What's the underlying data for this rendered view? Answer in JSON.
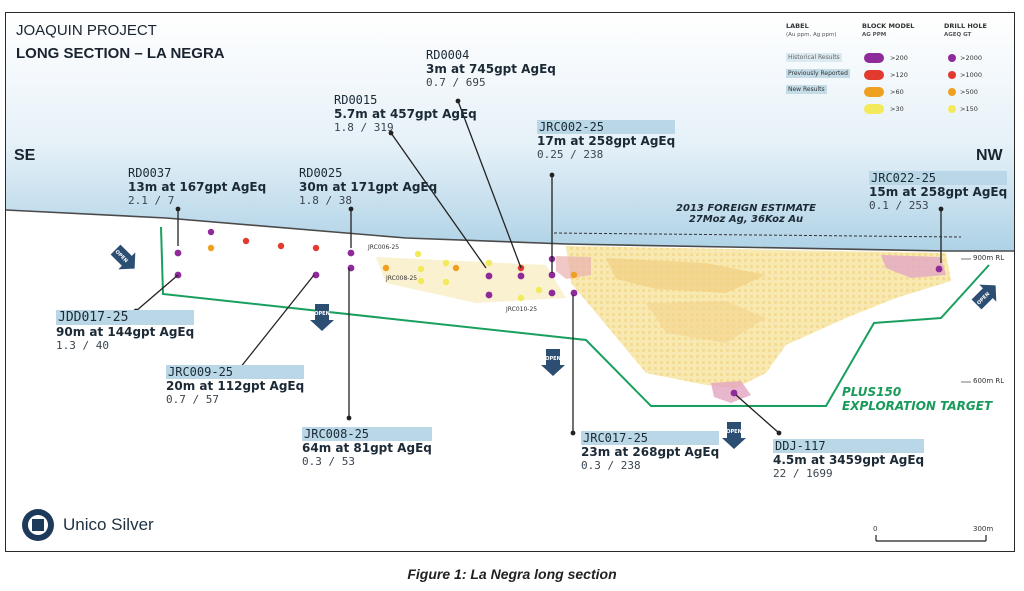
{
  "title": {
    "line1": "JOAQUIN PROJECT",
    "line2": "LONG SECTION – LA NEGRA"
  },
  "directions": {
    "left": "SE",
    "right": "NW"
  },
  "legend": {
    "col_label_title": "LABEL",
    "col_label_sub": "(Au ppm, Ag ppm)",
    "col_block_title": "BLOCK MODEL",
    "col_block_sub": "AG PPM",
    "col_drill_title": "DRILL HOLE",
    "col_drill_sub": "AGEQ GT",
    "label_items": [
      "Historical Results",
      "Previously Reported",
      "New Results"
    ],
    "block_items": [
      {
        "label": ">200",
        "color": "#8e2a9a"
      },
      {
        "label": ">120",
        "color": "#e23a2e"
      },
      {
        "label": ">60",
        "color": "#f0a020"
      },
      {
        "label": ">30",
        "color": "#f2ea5a"
      }
    ],
    "drill_items": [
      {
        "label": ">2000",
        "color": "#8e2a9a"
      },
      {
        "label": ">1000",
        "color": "#e23a2e"
      },
      {
        "label": ">500",
        "color": "#f0a020"
      },
      {
        "label": ">150",
        "color": "#f2ea5a"
      }
    ]
  },
  "holes": [
    {
      "id": "rd0004",
      "name": "RD0004",
      "result": "3m at 745gpt AgEq",
      "ratio": "0.7 / 695",
      "new": false
    },
    {
      "id": "rd0015",
      "name": "RD0015",
      "result": "5.7m at 457gpt AgEq",
      "ratio": "1.8 / 319",
      "new": false
    },
    {
      "id": "jrc002",
      "name": "JRC002-25",
      "result": "17m at 258gpt AgEq",
      "ratio": "0.25 / 238",
      "new": true
    },
    {
      "id": "rd0037",
      "name": "RD0037",
      "result": "13m at 167gpt AgEq",
      "ratio": "2.1 / 7",
      "new": false
    },
    {
      "id": "rd0025",
      "name": "RD0025",
      "result": "30m at 171gpt AgEq",
      "ratio": "1.8 / 38",
      "new": false
    },
    {
      "id": "jrc022",
      "name": "JRC022-25",
      "result": "15m at 258gpt AgEq",
      "ratio": "0.1 / 253",
      "new": true
    },
    {
      "id": "jdd017",
      "name": "JDD017-25",
      "result": "90m at 144gpt AgEq",
      "ratio": "1.3 / 40",
      "new": true
    },
    {
      "id": "jrc009",
      "name": "JRC009-25",
      "result": "20m at 112gpt AgEq",
      "ratio": "0.7 / 57",
      "new": true
    },
    {
      "id": "jrc008",
      "name": "JRC008-25",
      "result": "64m at 81gpt AgEq",
      "ratio": "0.3 / 53",
      "new": true
    },
    {
      "id": "jrc017",
      "name": "JRC017-25",
      "result": "23m at 268gpt AgEq",
      "ratio": "0.3 / 238",
      "new": true
    },
    {
      "id": "ddj117",
      "name": "DDJ-117",
      "result": "4.5m at 3459gpt AgEq",
      "ratio": "22 / 1699",
      "new": false
    }
  ],
  "foreign_estimate": {
    "line1": "2013 FOREIGN ESTIMATE",
    "line2": "27Moz Ag, 36Koz Au"
  },
  "exploration_target": {
    "line1": "PLUS150",
    "line2": "EXPLORATION TARGET"
  },
  "rl_labels": {
    "upper": "900m RL",
    "lower": "600m RL"
  },
  "small_labels": [
    "JRC006-25",
    "JRC008-25",
    "JRC010-25"
  ],
  "open_label": "OPEN",
  "logo": {
    "name": "Unico Silver"
  },
  "scale_bar": {
    "start": "0",
    "end": "300m"
  },
  "caption": "Figure 1: La Negra long section"
}
